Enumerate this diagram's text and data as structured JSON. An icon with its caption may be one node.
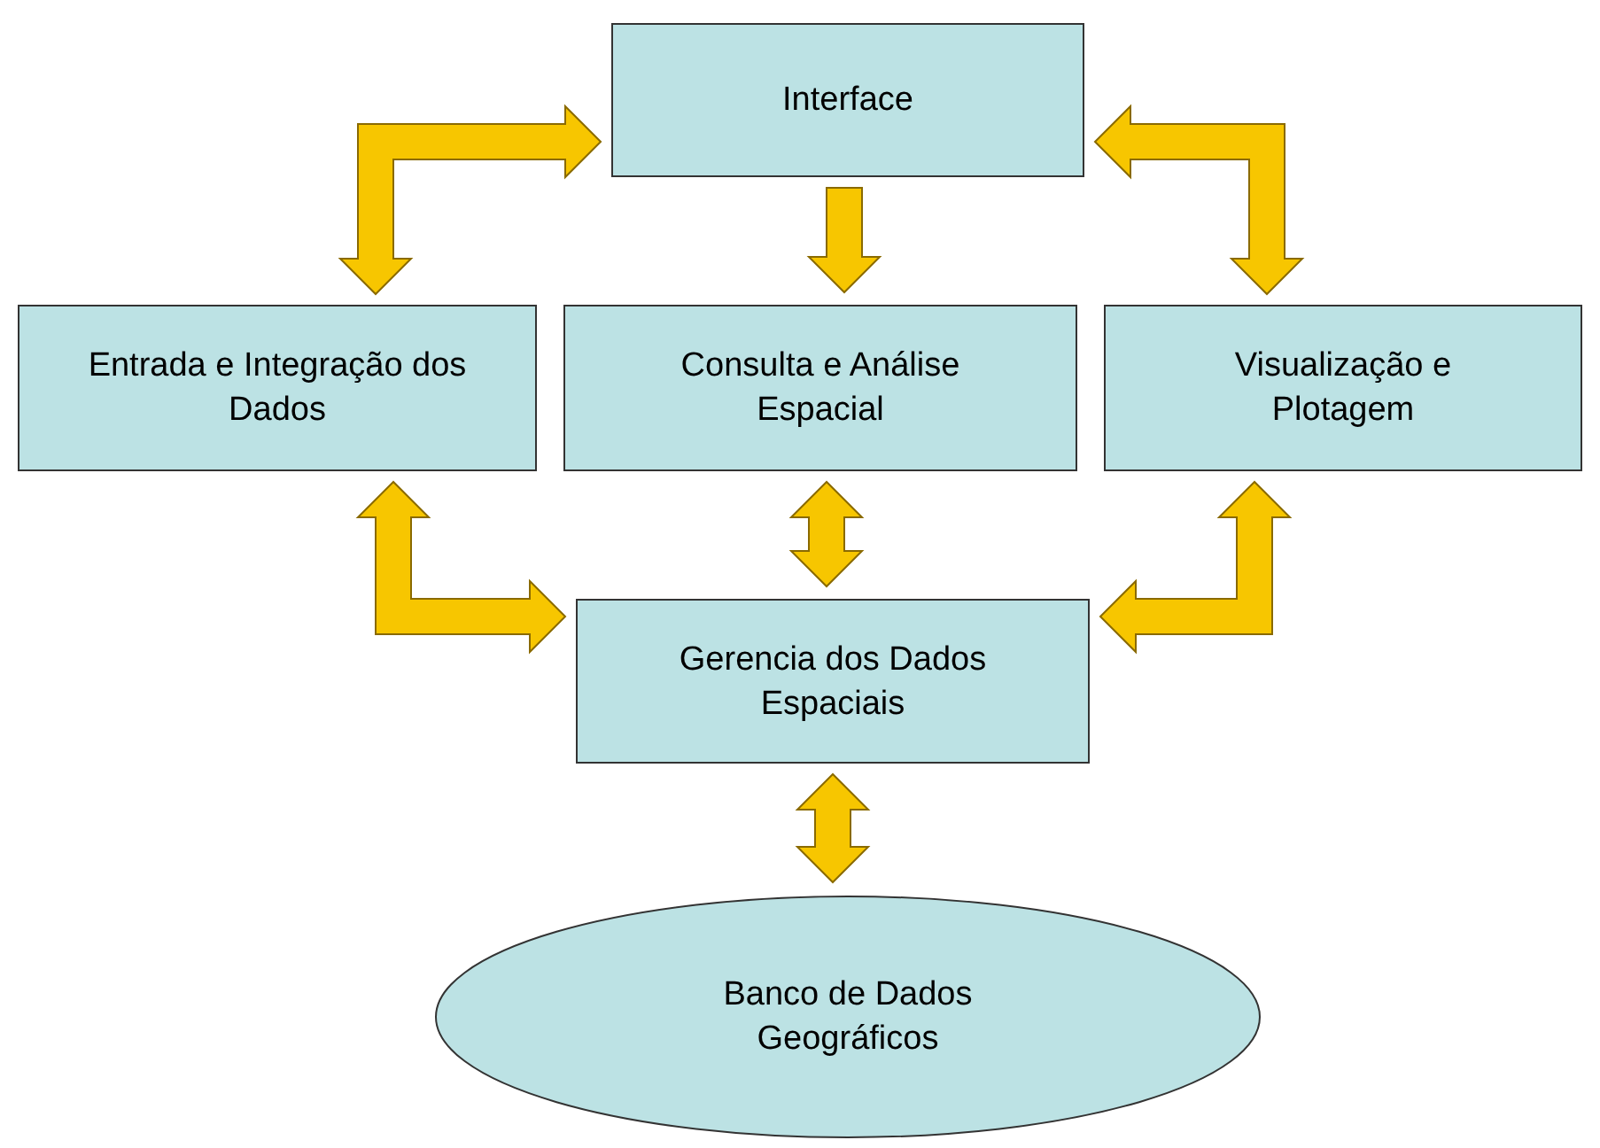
{
  "diagram": {
    "nodes": [
      {
        "text": [
          "Interface"
        ]
      },
      {
        "text": [
          "Entrada e Integração dos Dados"
        ]
      },
      {
        "text": [
          "Consulta e Análise Espacial"
        ]
      },
      {
        "text": [
          "Visualização e Plotagem"
        ]
      },
      {
        "text": [
          "Gerencia dos Dados Espaciais"
        ]
      },
      {
        "text": [
          "Banco de Dados Geográficos"
        ]
      }
    ],
    "edges": [
      {
        "from": 0,
        "to": 1,
        "arrow": "both"
      },
      {
        "from": 0,
        "to": 2,
        "arrow": "to"
      },
      {
        "from": 0,
        "to": 3,
        "arrow": "both"
      },
      {
        "from": 1,
        "to": 4,
        "arrow": "both"
      },
      {
        "from": 2,
        "to": 4,
        "arrow": "both"
      },
      {
        "from": 3,
        "to": 4,
        "arrow": "both"
      },
      {
        "from": 4,
        "to": 5,
        "arrow": "both"
      }
    ]
  }
}
